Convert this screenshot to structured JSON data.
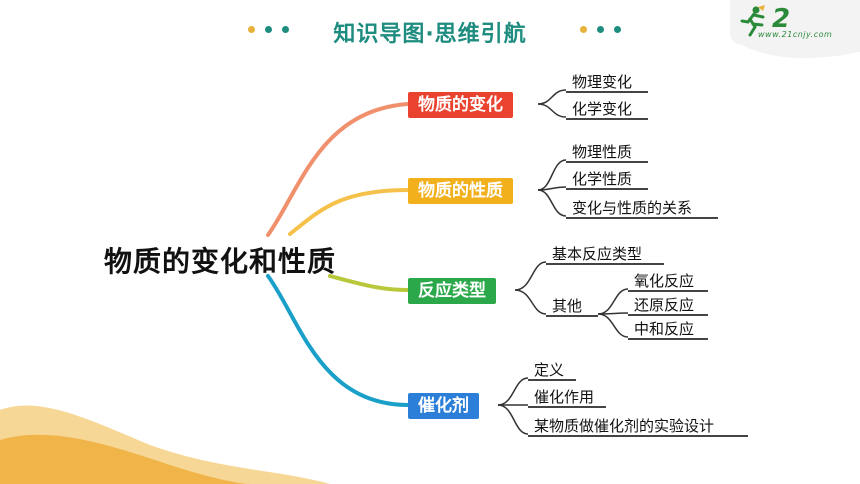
{
  "header": {
    "title": "知识导图·思维引航",
    "dot_colors": [
      "#e8b13a",
      "#1f8c80",
      "#1f8c80"
    ],
    "accent_color": "#1f8c80"
  },
  "logo": {
    "mark": "2",
    "url": "www.21cnjy.com"
  },
  "mindmap": {
    "central": "物质的变化和性质",
    "branches": [
      {
        "label": "物质的变化",
        "color": "#e9432f",
        "line_color": "#f0906d",
        "items": [
          "物理变化",
          "化学变化"
        ]
      },
      {
        "label": "物质的性质",
        "color": "#f2b01d",
        "line_color": "#f5c14a",
        "items": [
          "物理性质",
          "化学性质",
          "变化与性质的关系"
        ]
      },
      {
        "label": "反应类型",
        "color": "#2aa84a",
        "line_color": "#b9c83a",
        "items": [
          "基本反应类型",
          "其他"
        ],
        "sub_items": [
          "氧化反应",
          "还原反应",
          "中和反应"
        ]
      },
      {
        "label": "催化剂",
        "color": "#2b7fd8",
        "line_color": "#1aa0c8",
        "items": [
          "定义",
          "催化作用",
          "某物质做催化剂的实验设计"
        ]
      }
    ]
  }
}
